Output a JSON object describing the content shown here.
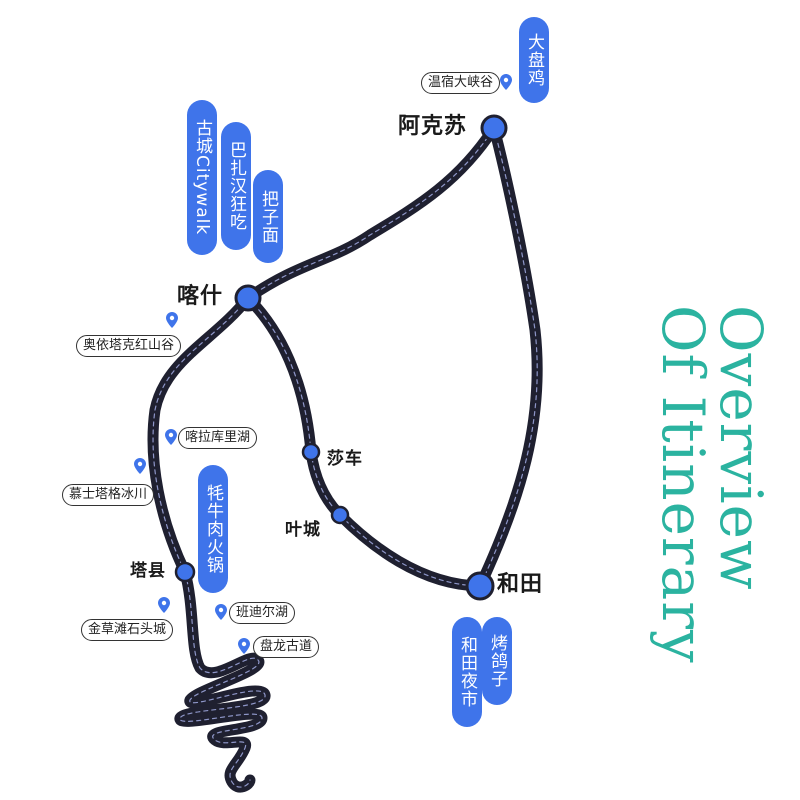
{
  "title": {
    "line1": "Overview",
    "line2": "Of Itinerary",
    "color": "#2bb3a0"
  },
  "colors": {
    "node": "#3f74ea",
    "road": "#1f2030",
    "pill": "#3f74ea"
  },
  "cities": {
    "aksu": "阿克苏",
    "kashgar": "喀什",
    "shache": "莎车",
    "yecheng": "叶城",
    "hotan": "和田",
    "taxian": "塔县"
  },
  "highlights": {
    "aksu_1": "大盘鸡",
    "kashgar_1": "古城Citywalk",
    "kashgar_2": "巴扎汉狂吃",
    "kashgar_3": "把子面",
    "taxian_1": "牦牛肉火锅",
    "hotan_1": "和田夜市",
    "hotan_2": "烤鸽子"
  },
  "pois": {
    "wensu": "温宿大峡谷",
    "aoyi": "奥依塔克红山谷",
    "karakul": "喀拉库里湖",
    "muztag": "慕士塔格冰川",
    "jincaotan": "金草滩石头城",
    "bandier": "班迪尔湖",
    "panlong": "盘龙古道"
  },
  "icons": {
    "pin": "map-pin-icon",
    "node": "city-node-icon"
  }
}
